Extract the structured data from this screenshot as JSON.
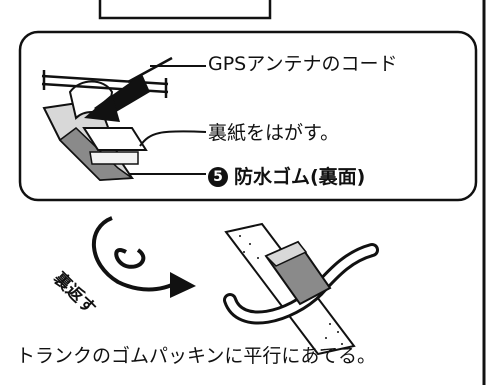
{
  "labels": {
    "cable": "GPSアンテナのコード",
    "peel_paper": "裏紙をはがす。",
    "step_number": "5",
    "waterproof_rubber": "防水ゴム(裏面)",
    "flip": "裏返す",
    "instruction": "トランクのゴムパッキンに平行にあてる。"
  },
  "colors": {
    "stroke": "#111111",
    "gray": "#8a8a8a",
    "light_gray": "#d8d8d8",
    "background": "#ffffff"
  }
}
